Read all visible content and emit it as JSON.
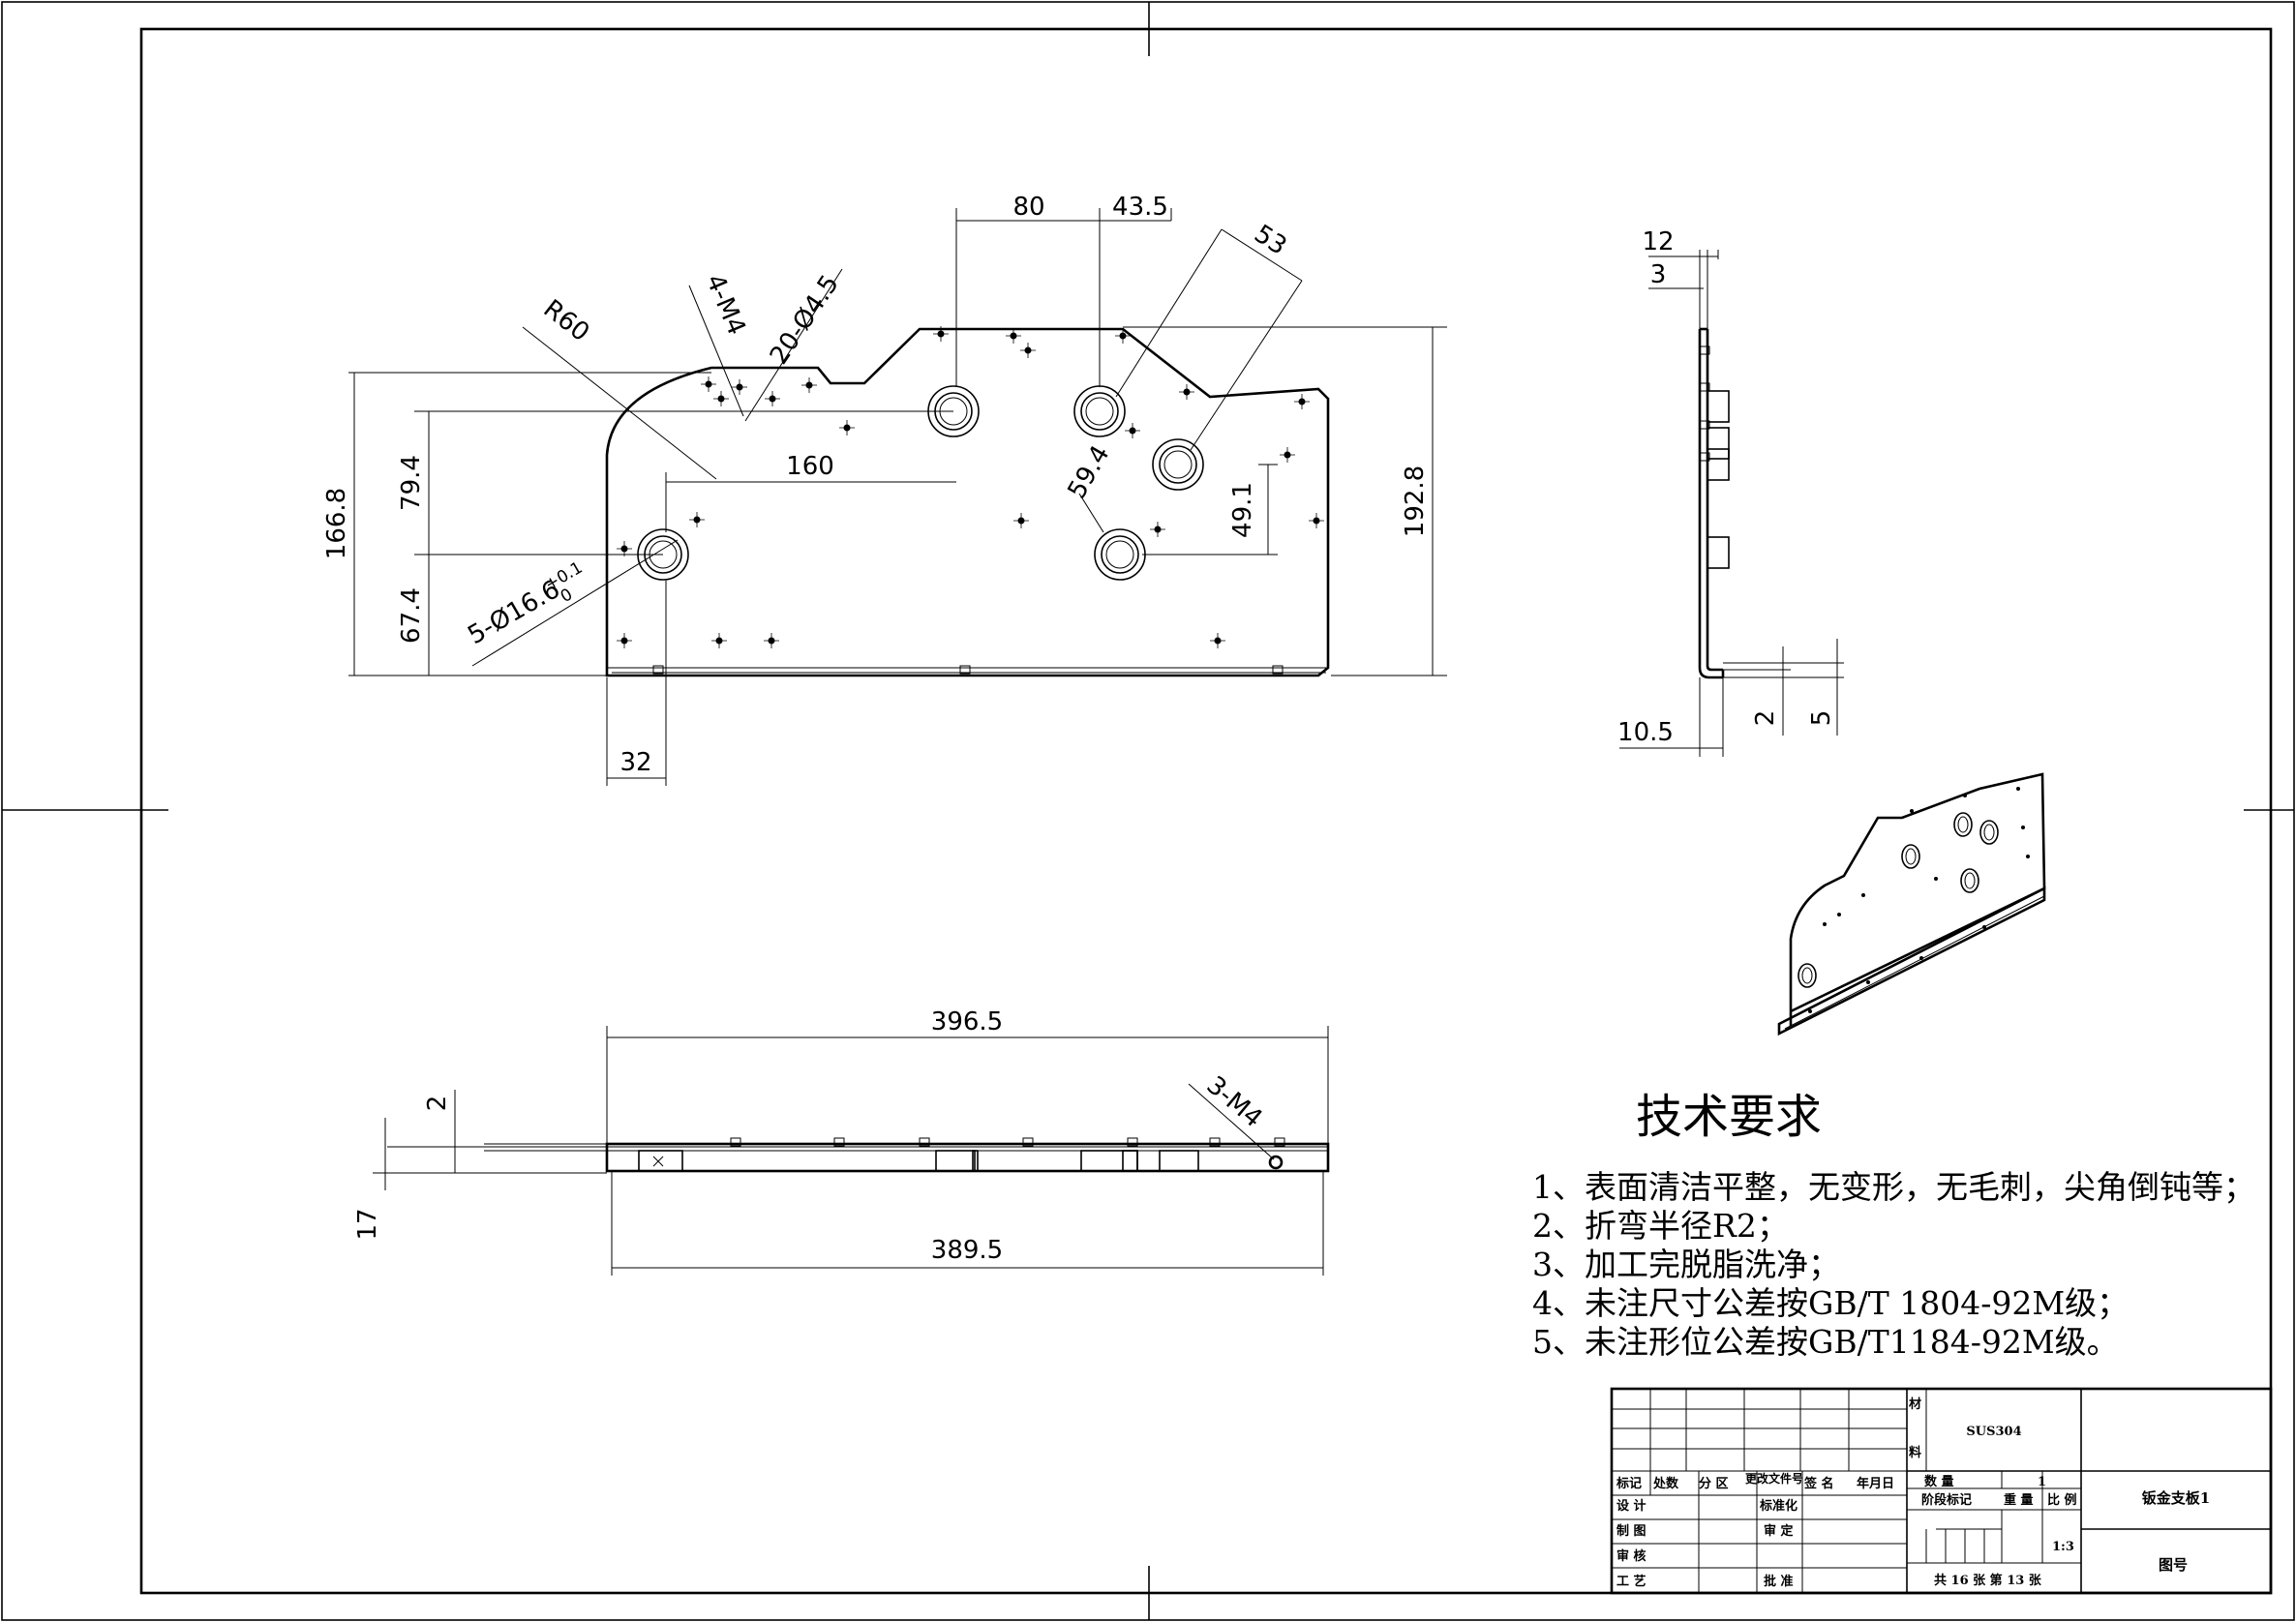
{
  "dimensions": {
    "top_80": "80",
    "top_43_5": "43.5",
    "top_53": "53",
    "r60": "R60",
    "m4_4": "4-M4",
    "d4_5": "20-Ø4.5",
    "d160": "160",
    "d59_4": "59.4",
    "d49_1": "49.1",
    "d192_8": "192.8",
    "d166_8": "166.8",
    "d79_4": "79.4",
    "d67_4": "67.4",
    "hole": "5-Ø16.6",
    "hole_tol_up": "+0.1",
    "hole_tol_dn": "0",
    "d32": "32",
    "side_12": "12",
    "side_3": "3",
    "side_10_5": "10.5",
    "side_2": "2",
    "side_5": "5",
    "bottom_396_5": "396.5",
    "bottom_389_5": "389.5",
    "bottom_2": "2",
    "bottom_17": "17",
    "m4_3": "3-M4"
  },
  "tech": {
    "title": "技术要求",
    "items": [
      "1、表面清洁平整，无变形，无毛刺，尖角倒钝等；",
      "2、折弯半径R2；",
      "3、加工完脱脂洗净；",
      "4、未注尺寸公差按GB/T 1804-92M级；",
      "5、未注形位公差按GB/T1184-92M级。"
    ]
  },
  "title_block": {
    "mark": "标记",
    "count": "处数",
    "zone": "分 区",
    "change_doc": "更改文件号",
    "sign": "签 名",
    "date": "年月日",
    "design": "设 计",
    "standard": "标准化",
    "draw": "制 图",
    "review": "审 定",
    "check": "审 核",
    "process": "工 艺",
    "approve": "批 准",
    "material_label_1": "材",
    "material_label_2": "料",
    "material": "SUS304",
    "quantity_label": "数    量",
    "quantity": "1",
    "stage_label": "阶段标记",
    "weight_label": "重 量",
    "scale_label": "比 例",
    "scale": "1:3",
    "part_name": "钣金支板1",
    "drawing_no_label": "图号",
    "sheets": "共 16 张 第  13  张"
  }
}
